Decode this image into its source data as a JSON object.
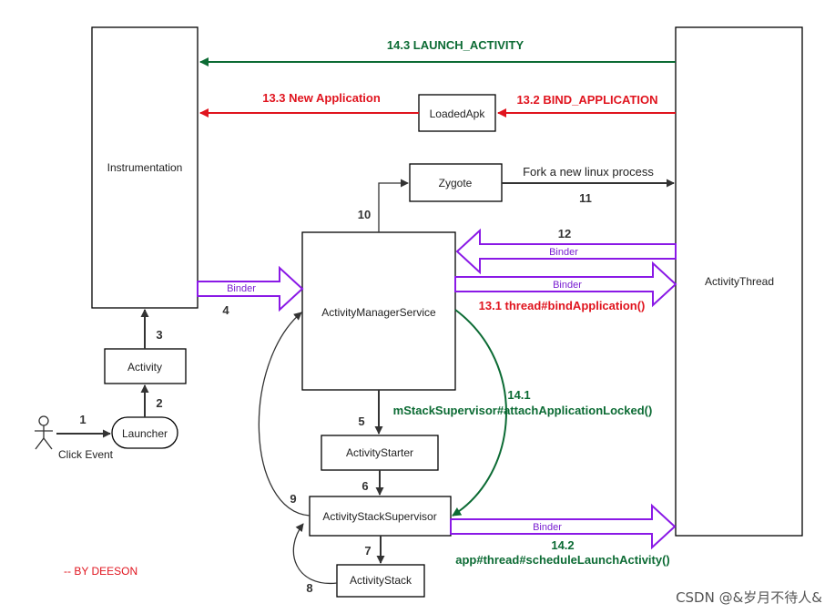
{
  "components": {
    "instrumentation": "Instrumentation",
    "activity_thread": "ActivityThread",
    "loaded_apk": "LoadedApk",
    "zygote": "Zygote",
    "activity_manager_service": "ActivityManagerService",
    "activity": "Activity",
    "launcher": "Launcher",
    "activity_starter": "ActivityStarter",
    "activity_stack_supervisor": "ActivityStackSupervisor",
    "activity_stack": "ActivityStack"
  },
  "actor": {
    "label": "Click Event"
  },
  "steps": {
    "s1": "1",
    "s2": "2",
    "s3": "3",
    "s4": "4",
    "s5": "5",
    "s6": "6",
    "s7": "7",
    "s8": "8",
    "s9": "9",
    "s10": "10",
    "s11": "11",
    "s12": "12"
  },
  "messages": {
    "launch_activity": "14.3  LAUNCH_ACTIVITY",
    "new_application": "13.3  New Application",
    "bind_application": "13.2  BIND_APPLICATION",
    "fork_process": "Fork a new linux process",
    "bind_application_call": "13.1  thread#bindApplication()",
    "attach_num": "14.1",
    "attach_call": "mStackSupervisor#attachApplicationLocked()",
    "schedule_num": "14.2",
    "schedule_call": "app#thread#scheduleLaunchActivity()"
  },
  "binder_label": "Binder",
  "author": "-- BY DEESON",
  "watermark": "CSDN @&岁月不待人&",
  "colors": {
    "red": "#e0141e",
    "green": "#0c6b34",
    "purple": "#8a19e6"
  }
}
